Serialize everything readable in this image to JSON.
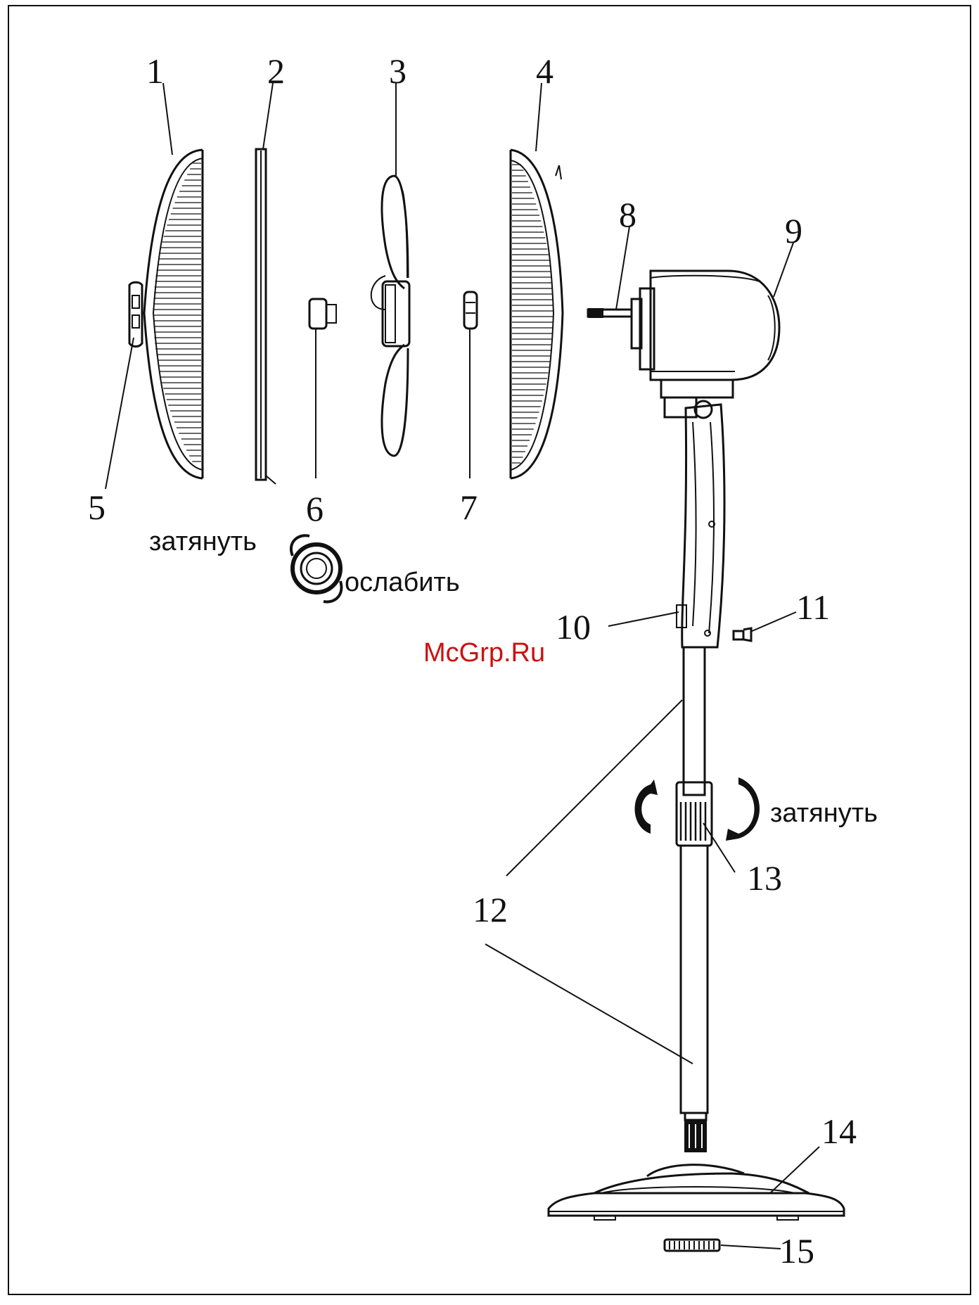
{
  "labels": {
    "n1": "1",
    "n2": "2",
    "n3": "3",
    "n4": "4",
    "n5": "5",
    "n6": "6",
    "n7": "7",
    "n8": "8",
    "n9": "9",
    "n10": "10",
    "n11": "11",
    "n12": "12",
    "n13": "13",
    "n14": "14",
    "n15": "15"
  },
  "text": {
    "tighten_top": "затянуть",
    "loosen": "ослабить",
    "tighten_pole": "затянуть"
  },
  "watermark": "McGrp.Ru",
  "colors": {
    "line": "#111111",
    "watermark": "#cc1111",
    "background": "#ffffff"
  }
}
